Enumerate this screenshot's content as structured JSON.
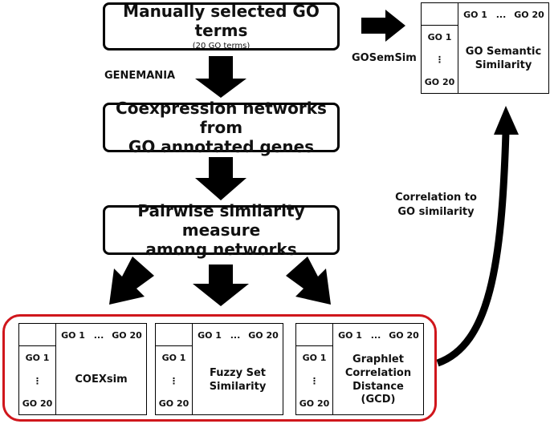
{
  "boxes": {
    "go_terms": {
      "title": "Manually selected GO terms",
      "subtitle": "(20 GO terms)"
    },
    "coexpression": {
      "line1": "Coexpression networks from",
      "line2": "GO annotated genes"
    },
    "pairwise": {
      "line1": "Pairwise similarity measure",
      "line2": "among networks"
    }
  },
  "labels": {
    "genemania": "GENEMANIA",
    "gosemsim": "GOSemSim",
    "correlation_line1": "Correlation to",
    "correlation_line2": "GO similarity"
  },
  "matrix_headers": {
    "col_first": "GO 1",
    "col_ellipsis": "...",
    "col_last": "GO 20",
    "row_first": "GO 1",
    "row_ellipsis": "⋮",
    "row_last": "GO 20"
  },
  "matrices": {
    "go_semantic": {
      "line1": "GO Semantic",
      "line2": "Similarity"
    },
    "coexsim": {
      "line1": "COEXsim"
    },
    "fuzzy": {
      "line1": "Fuzzy Set",
      "line2": "Similarity"
    },
    "gcd": {
      "line1": "Graphlet",
      "line2": "Correlation",
      "line3": "Distance",
      "line4": "(GCD)"
    }
  },
  "colors": {
    "frame": "#d0161c",
    "arrow": "#000000"
  }
}
